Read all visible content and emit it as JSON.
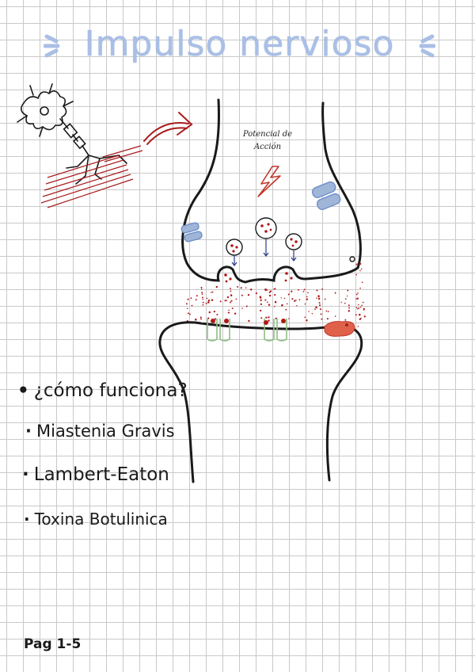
{
  "title": "Impulso nervioso",
  "action_potential_label": [
    "Potencial de",
    "Acción"
  ],
  "list": {
    "items": [
      "¿cómo funciona?",
      "Miastenia Gravis",
      "Lambert-Eaton",
      "Toxina Botulinica"
    ]
  },
  "page_number": "Pag 1-5",
  "colors": {
    "title": "#a9bfe6",
    "ink": "#1a1a1a",
    "vesicle_dots": "#b01818",
    "arrow": "#a81b1b",
    "channels": "#9fb6d8",
    "receptors": "#8fbe84",
    "enzyme": "#e0614a",
    "grid": "#c9c9c9"
  },
  "icons": [
    "neuron-icon",
    "lightning-icon",
    "calcium-channel-icon",
    "receptor-icon",
    "enzyme-icon",
    "sparkle-icon"
  ]
}
